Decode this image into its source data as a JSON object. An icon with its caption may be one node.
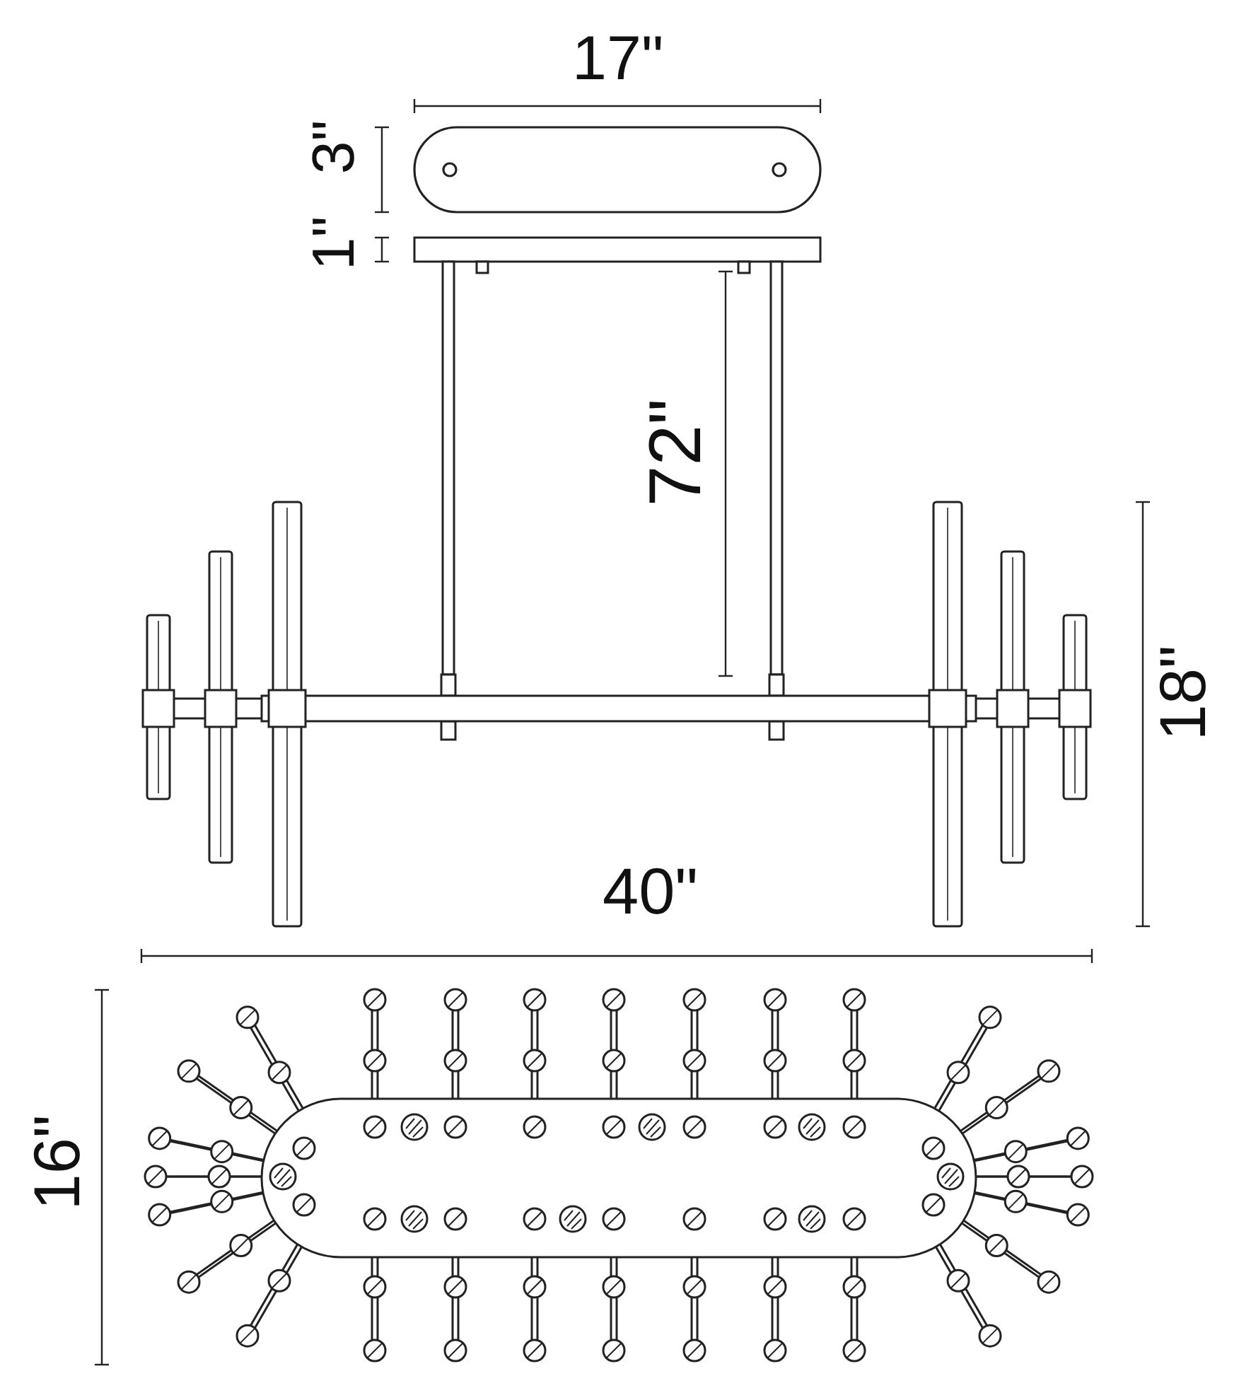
{
  "diagram": {
    "labels": [
      "17\"",
      "1\"",
      "3\"",
      "72\"",
      "18\"",
      "40\"",
      "16\""
    ]
  }
}
